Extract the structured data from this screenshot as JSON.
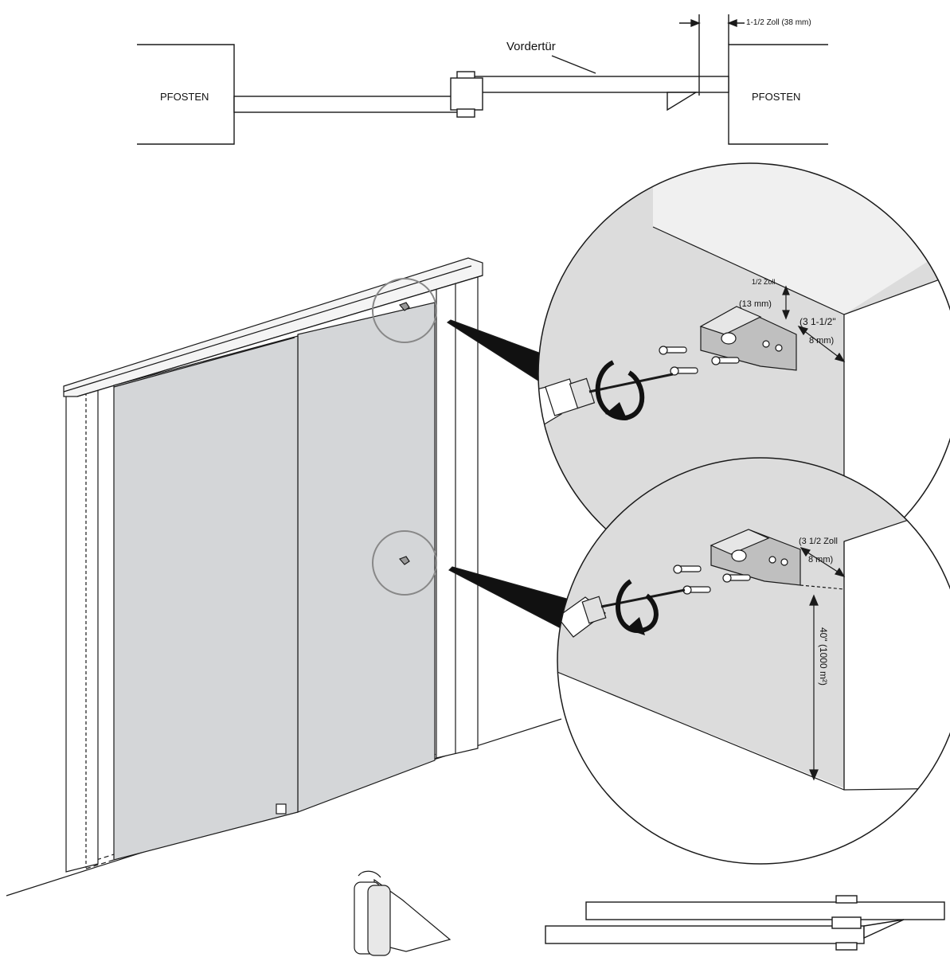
{
  "labels": {
    "post_left": "PFOSTEN",
    "post_right": "PFOSTEN",
    "front_door": "Vordertür",
    "gap_dimension": "1-1/2 Zoll (38 mm)",
    "top_half_inch": "1/2 Zoll",
    "top_13mm": "(13 mm)",
    "top_3_half": "(3 1-1/2\"",
    "top_8mm": "8 mm)",
    "bottom_3_half": "(3 1/2 Zoll",
    "bottom_8mm": "8 mm)",
    "height_dimension": "40\" (1000 m²)"
  },
  "colors": {
    "door_glass": "#d4d6d8",
    "wall_gray": "#dcdcdc",
    "stroke": "#1a1a1a",
    "bracket": "#bfbfbf"
  }
}
